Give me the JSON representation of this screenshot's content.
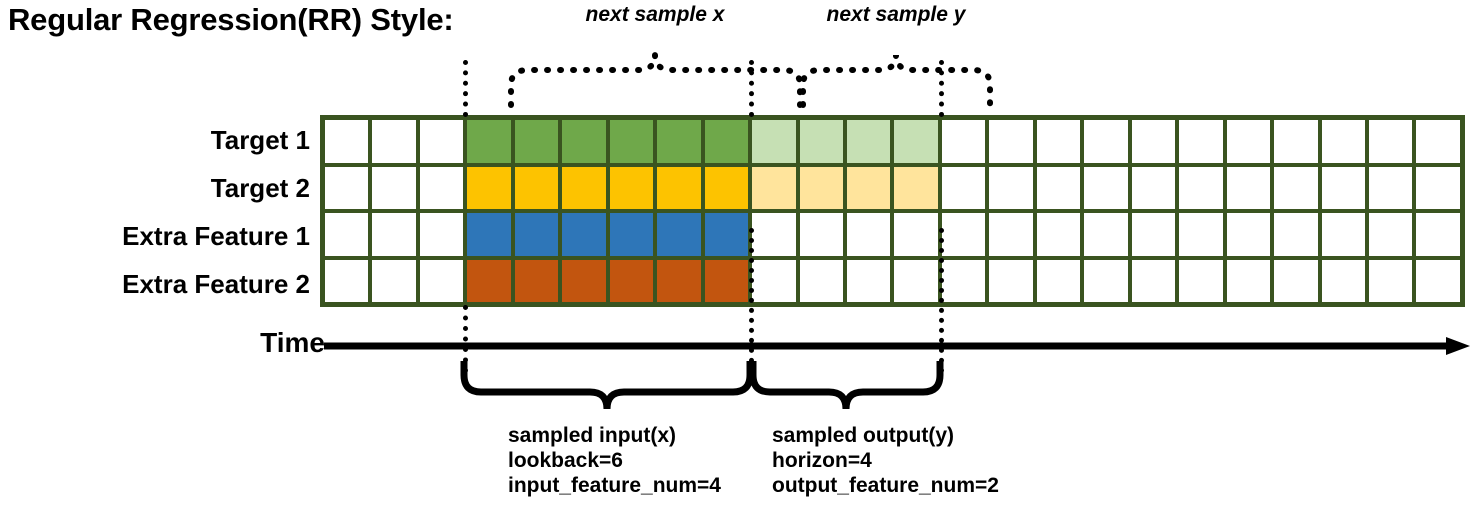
{
  "title": "Regular Regression(RR) Style:",
  "rows": [
    {
      "label": "Target 1",
      "name": "target-1"
    },
    {
      "label": "Target 2",
      "name": "target-2"
    },
    {
      "label": "Extra Feature 1",
      "name": "extra-feature-1"
    },
    {
      "label": "Extra Feature 2",
      "name": "extra-feature-2"
    }
  ],
  "grid": {
    "columns": 24,
    "lead_blank_columns": 3,
    "lookback_columns": 6,
    "horizon_columns": 4,
    "trailing_blank_columns": 11,
    "border_color": "#3a5420",
    "row_fills": [
      [
        "",
        "",
        "",
        "c-green",
        "c-green",
        "c-green",
        "c-green",
        "c-green",
        "c-green",
        "c-green-light",
        "c-green-light",
        "c-green-light",
        "c-green-light",
        "",
        "",
        "",
        "",
        "",
        "",
        "",
        "",
        "",
        "",
        ""
      ],
      [
        "",
        "",
        "",
        "c-gold",
        "c-gold",
        "c-gold",
        "c-gold",
        "c-gold",
        "c-gold",
        "c-gold-light",
        "c-gold-light",
        "c-gold-light",
        "c-gold-light",
        "",
        "",
        "",
        "",
        "",
        "",
        "",
        "",
        "",
        "",
        ""
      ],
      [
        "",
        "",
        "",
        "c-blue",
        "c-blue",
        "c-blue",
        "c-blue",
        "c-blue",
        "c-blue",
        "",
        "",
        "",
        "",
        "",
        "",
        "",
        "",
        "",
        "",
        "",
        "",
        "",
        "",
        ""
      ],
      [
        "",
        "",
        "",
        "c-orange",
        "c-orange",
        "c-orange",
        "c-orange",
        "c-orange",
        "c-orange",
        "",
        "",
        "",
        "",
        "",
        "",
        "",
        "",
        "",
        "",
        "",
        "",
        "",
        "",
        ""
      ]
    ],
    "colors": {
      "target_1_input": "#6fa84a",
      "target_1_output": "#c6e0b4",
      "target_2_input": "#fdc300",
      "target_2_output": "#ffe49c",
      "extra_feature_1": "#2e76b8",
      "extra_feature_2": "#c2550f",
      "blank": "#ffffff"
    }
  },
  "time_axis": {
    "label": "Time"
  },
  "top_braces": [
    {
      "caption": "next sample x",
      "name": "next-sample-x"
    },
    {
      "caption": "next sample y",
      "name": "next-sample-y"
    }
  ],
  "bottom_braces": [
    {
      "name": "sampled-input",
      "lines": [
        "sampled input(x)",
        "lookback=6",
        "input_feature_num=4"
      ]
    },
    {
      "name": "sampled-output",
      "lines": [
        "sampled output(y)",
        "horizon=4",
        "output_feature_num=2"
      ]
    }
  ]
}
